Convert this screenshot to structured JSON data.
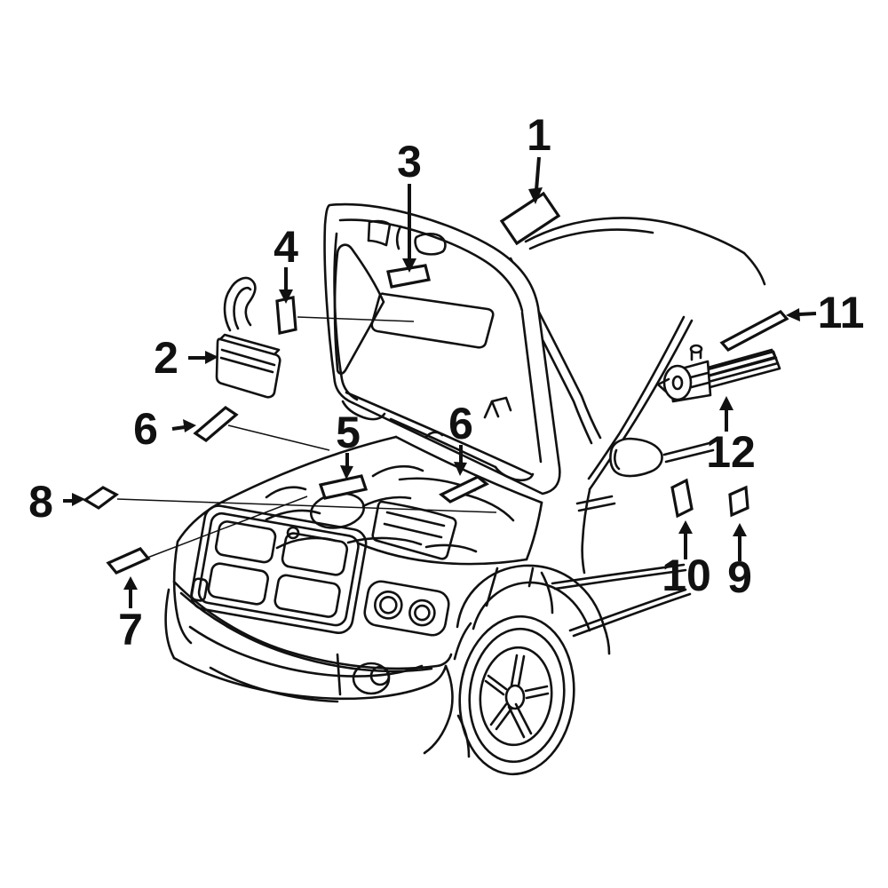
{
  "diagram": {
    "kind": "vehicle-information-labels-parts-diagram",
    "description": "Front three-quarter line illustration of a pickup truck with open hood; numbered callouts point to information label locations",
    "colors": {
      "line": "#111111",
      "background": "#ffffff",
      "label_fill": "#ffffff",
      "highlighted_label_fill": "#4468b2"
    },
    "callouts": [
      {
        "number": "1"
      },
      {
        "number": "2"
      },
      {
        "number": "3"
      },
      {
        "number": "4"
      },
      {
        "number": "5",
        "highlighted": true
      },
      {
        "number": "6"
      },
      {
        "number": "6"
      },
      {
        "number": "7"
      },
      {
        "number": "8"
      },
      {
        "number": "9"
      },
      {
        "number": "10"
      },
      {
        "number": "11"
      },
      {
        "number": "12"
      }
    ]
  }
}
